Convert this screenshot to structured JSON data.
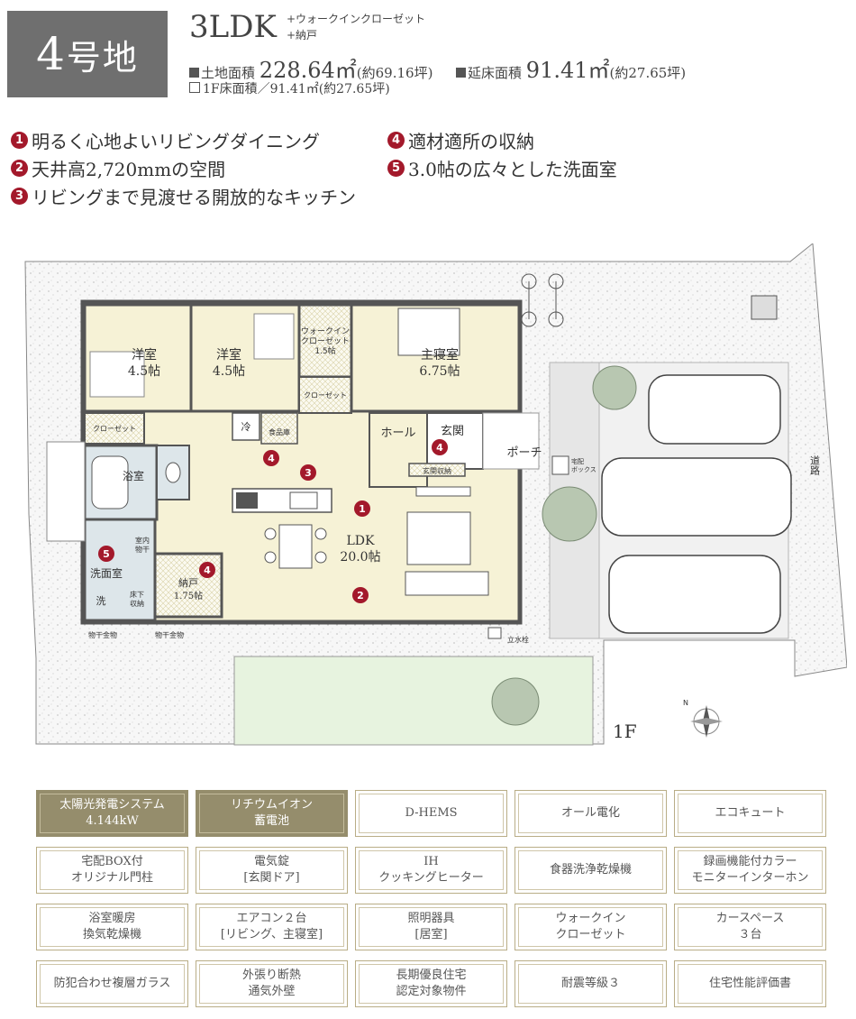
{
  "header": {
    "lot_num": "4",
    "lot_suffix": "号地",
    "layout": "3LDK",
    "extra1": "+ウォークインクローゼット",
    "extra2": "+納戸",
    "land_label": "土地面積",
    "land_value": "228.64㎡",
    "land_tsubo": "(約69.16坪)",
    "floor_label": "延床面積",
    "floor_value": "91.41㎡",
    "floor_tsubo": "(約27.65坪)",
    "first_floor": "1F床面積／91.41㎡(約27.65坪)"
  },
  "features": [
    {
      "num": "1",
      "text": "明るく心地よいリビングダイニング"
    },
    {
      "num": "2",
      "text": "天井高2,720mmの空間"
    },
    {
      "num": "3",
      "text": "リビングまで見渡せる開放的なキッチン"
    },
    {
      "num": "4",
      "text": "適材適所の収納"
    },
    {
      "num": "5",
      "text": "3.0帖の広々とした洗面室"
    }
  ],
  "plan": {
    "room_western1": "洋室",
    "room_western1_size": "4.5帖",
    "room_western2": "洋室",
    "room_western2_size": "4.5帖",
    "wic_line1": "ウォークイン",
    "wic_line2": "クローゼット",
    "wic_size": "1.5帖",
    "closet": "クローゼット",
    "master": "主寝室",
    "master_size": "6.75帖",
    "closet_left": "クローゼット",
    "fridge": "冷",
    "pantry": "食品庫",
    "hall": "ホール",
    "entrance": "玄関",
    "shoe_storage": "玄関収納",
    "porch": "ポーチ",
    "delivery_box_1": "宅配",
    "delivery_box_2": "ボックス",
    "bath": "浴室",
    "ldk": "LDK",
    "ldk_size": "20.0帖",
    "indoor_dry_1": "室内",
    "indoor_dry_2": "物干",
    "washroom": "洗面室",
    "wash": "洗",
    "underfloor_1": "床下",
    "underfloor_2": "収納",
    "storage": "納戸",
    "storage_size": "1.75帖",
    "drying_1": "物干金物",
    "drying_2": "物干金物",
    "faucet": "立水栓",
    "road": "道路",
    "floor": "1F",
    "north": "N"
  },
  "tiles": [
    {
      "line1": "太陽光発電システム",
      "line2": "4.144kW",
      "active": true
    },
    {
      "line1": "リチウムイオン",
      "line2": "蓄電池",
      "active": true
    },
    {
      "line1": "D-HEMS",
      "line2": "",
      "active": false
    },
    {
      "line1": "オール電化",
      "line2": "",
      "active": false
    },
    {
      "line1": "エコキュート",
      "line2": "",
      "active": false
    },
    {
      "line1": "宅配BOX付",
      "line2": "オリジナル門柱",
      "active": false
    },
    {
      "line1": "電気錠",
      "line2": "[玄関ドア]",
      "active": false
    },
    {
      "line1": "IH",
      "line2": "クッキングヒーター",
      "active": false
    },
    {
      "line1": "食器洗浄乾燥機",
      "line2": "",
      "active": false
    },
    {
      "line1": "録画機能付カラー",
      "line2": "モニターインターホン",
      "active": false
    },
    {
      "line1": "浴室暖房",
      "line2": "換気乾燥機",
      "active": false
    },
    {
      "line1": "エアコン２台",
      "line2": "[リビング、主寝室]",
      "active": false
    },
    {
      "line1": "照明器具",
      "line2": "[居室]",
      "active": false
    },
    {
      "line1": "ウォークイン",
      "line2": "クローゼット",
      "active": false
    },
    {
      "line1": "カースペース",
      "line2": "３台",
      "active": false
    },
    {
      "line1": "防犯合わせ複層ガラス",
      "line2": "",
      "active": false
    },
    {
      "line1": "外張り断熱",
      "line2": "通気外壁",
      "active": false
    },
    {
      "line1": "長期優良住宅",
      "line2": "認定対象物件",
      "active": false
    },
    {
      "line1": "耐震等級３",
      "line2": "",
      "active": false
    },
    {
      "line1": "住宅性能評価書",
      "line2": "",
      "active": false
    }
  ],
  "colors": {
    "badge": "#6f6f6f",
    "bullet": "#a3192b",
    "tile_active": "#958d6c",
    "room_fill": "#f6f2d6",
    "wet_fill": "#dde6ea"
  }
}
